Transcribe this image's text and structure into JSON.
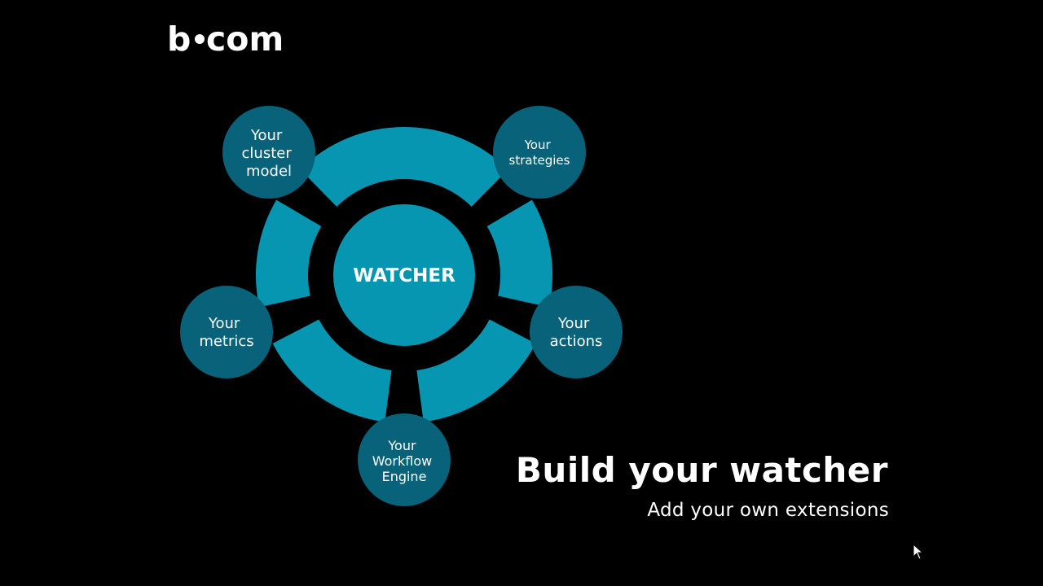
{
  "logo": {
    "left": "b",
    "right": "com",
    "colors": [
      "#ffffff",
      "#ffffff"
    ]
  },
  "diagram": {
    "hub": {
      "label": "WATCHER"
    },
    "nodes": [
      {
        "id": "cluster-model",
        "lines": [
          "Your",
          "cluster",
          "model"
        ]
      },
      {
        "id": "strategies",
        "lines": [
          "Your",
          "strategies"
        ]
      },
      {
        "id": "actions",
        "lines": [
          "Your",
          "actions"
        ]
      },
      {
        "id": "workflow-engine",
        "lines": [
          "Your",
          "Workflow",
          "Engine"
        ]
      },
      {
        "id": "metrics",
        "lines": [
          "Your",
          "metrics"
        ]
      }
    ],
    "colors": {
      "ring": "#0696b2",
      "node": "#07627a",
      "text": "#ffffff",
      "background": "#000000"
    }
  },
  "headline": "Build your watcher",
  "subline": "Add your own extensions",
  "cursor_icon": "mouse-pointer-icon"
}
